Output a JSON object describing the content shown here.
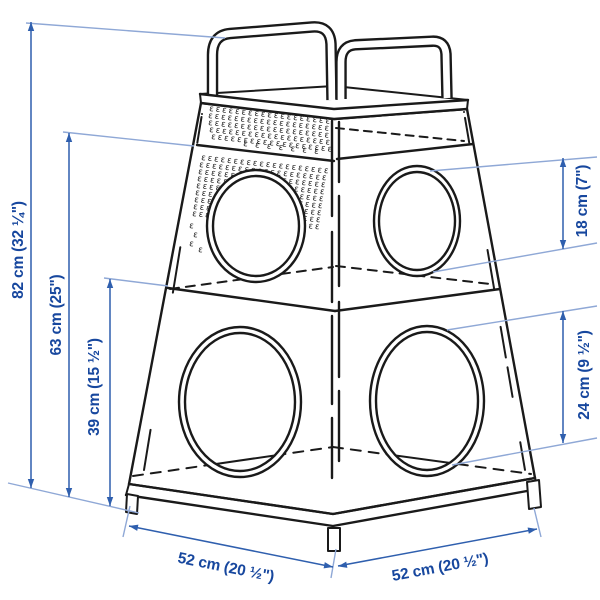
{
  "diagram": {
    "type": "product-dimension-illustration",
    "texture_glyph": "ɛ",
    "colors": {
      "line_art": "#1a1a1a",
      "dimension_line": "#2f5fae",
      "extension_line": "#8fa8d6",
      "dimension_text": "#17479e",
      "background": "#ffffff"
    },
    "dims": {
      "overall_height": "82 cm (32 ¼\")",
      "upper_body_height": "63 cm (25\")",
      "lower_section_height": "39 cm (15 ½\")",
      "top_opening_height": "18 cm (7\")",
      "bottom_opening_height": "24 cm (9 ½\")",
      "base_side_left": "52 cm (20 ½\")",
      "base_side_right": "52 cm (20 ½\")"
    }
  }
}
